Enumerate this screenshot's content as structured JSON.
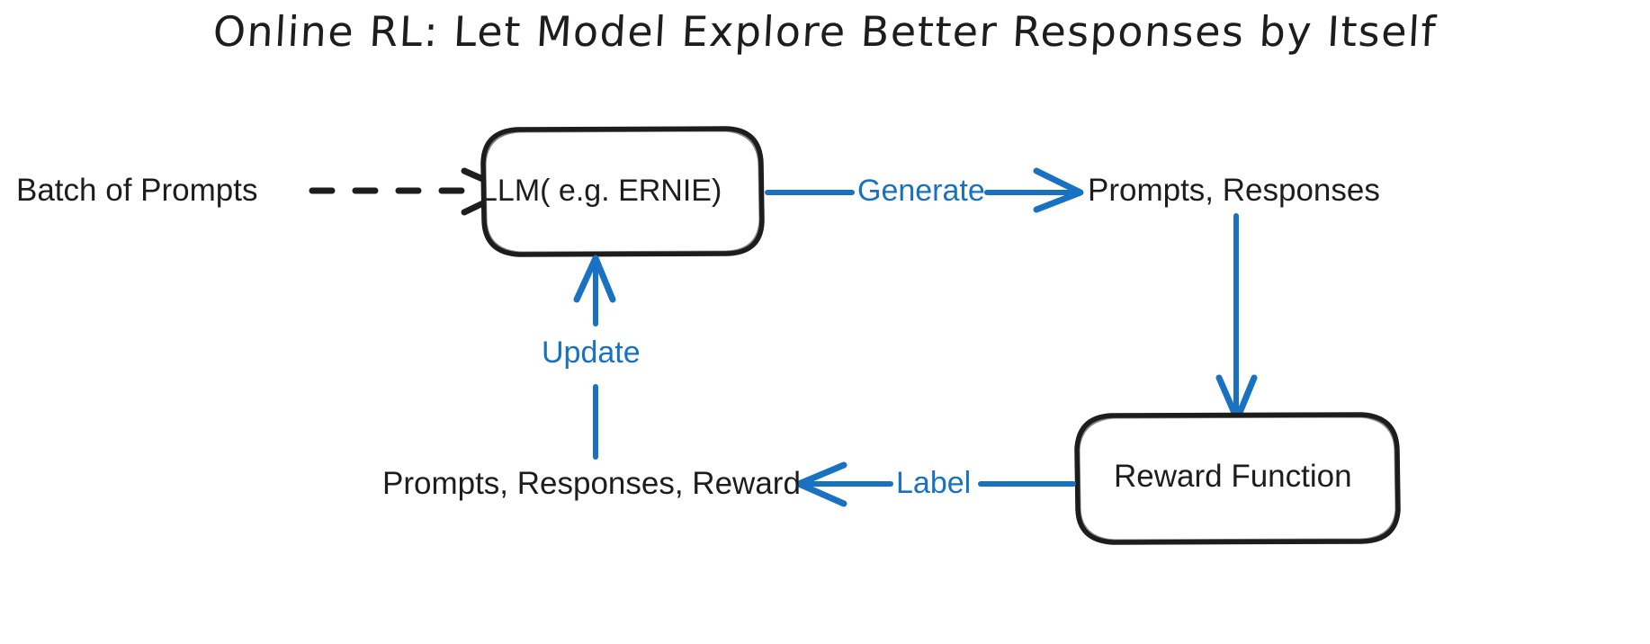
{
  "diagram": {
    "title": "Online RL: Let Model Explore Better Responses by Itself",
    "nodes": {
      "batch_of_prompts": "Batch of Prompts",
      "llm_box": "LLM( e.g. ERNIE)",
      "prompts_responses": "Prompts, Responses",
      "reward_function_box": "Reward Function",
      "prompts_responses_reward": "Prompts, Responses, Reward"
    },
    "edges": {
      "generate": "Generate",
      "update": "Update",
      "label": "Label"
    },
    "colors": {
      "accent_blue": "#1971c2",
      "ink_black": "#1d1d1d",
      "background": "#ffffff"
    }
  }
}
